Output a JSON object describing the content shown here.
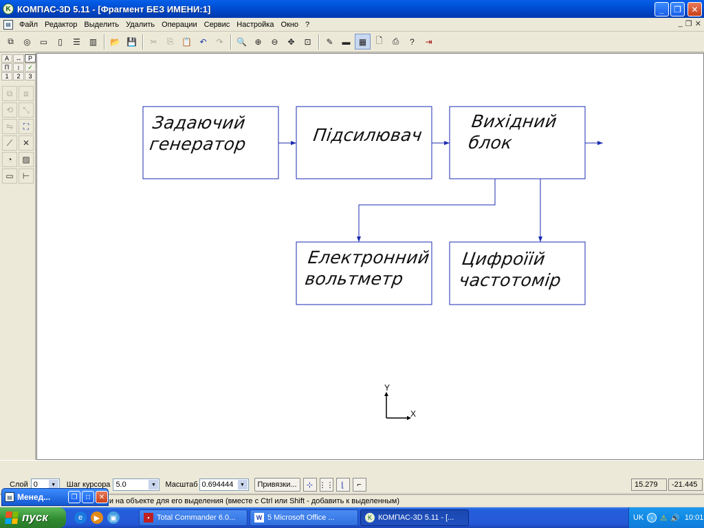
{
  "window": {
    "title": "КОМПАС-3D 5.11 - [Фрагмент БЕЗ ИМЕНИ:1]",
    "app_icon": "kompas-logo-icon"
  },
  "menu": {
    "items": [
      "Файл",
      "Редактор",
      "Выделить",
      "Удалить",
      "Операции",
      "Сервис",
      "Настройка",
      "Окно",
      "?"
    ]
  },
  "toolbar": {
    "groups": [
      [
        "new-assembly-icon",
        "new-part-icon",
        "new-drawing-icon",
        "new-fragment-icon",
        "new-text-icon",
        "new-spec-icon"
      ],
      [
        "open-icon",
        "save-icon"
      ],
      [
        "cut-icon",
        "copy-icon",
        "paste-icon",
        "undo-icon",
        "redo-icon"
      ],
      [
        "zoom-icon",
        "zoom-in-icon",
        "zoom-out-icon",
        "pan-icon",
        "zoom-all-icon"
      ],
      [
        "refresh-icon",
        "layer-icon",
        "view-icon",
        "preview-icon",
        "print-icon",
        "help-icon",
        "exit-icon"
      ]
    ]
  },
  "left_panel": {
    "tabs_row1": [
      "A",
      "↔",
      "P"
    ],
    "tabs_row2": [
      "П",
      "↕",
      "✓"
    ],
    "tabs_row3": [
      "1",
      "2",
      "3"
    ]
  },
  "canvas": {
    "blocks": [
      {
        "id": "master-generator",
        "lines": [
          "Задаючий",
          "генератор"
        ]
      },
      {
        "id": "amplifier",
        "lines": [
          "Підсилювач"
        ]
      },
      {
        "id": "output-block",
        "lines": [
          "Вихідний",
          "блок"
        ]
      },
      {
        "id": "electronic-voltmeter",
        "lines": [
          "Електронний",
          "вольтметр"
        ]
      },
      {
        "id": "digital-frequency-meter",
        "lines": [
          "Цифроїій",
          "частотомір"
        ]
      }
    ],
    "axis": {
      "x": "X",
      "y": "Y"
    }
  },
  "params": {
    "layer_label": "Слой",
    "layer_value": "0",
    "cursor_step_label": "Шаг курсора",
    "cursor_step_value": "5.0",
    "scale_label": "Масштаб",
    "scale_value": "0.694444",
    "snap_button": "Привязки...",
    "coord_x": "15.279",
    "coord_y": "-21.445"
  },
  "status": {
    "text": "ши на объекте для его выделения (вместе с Ctrl или Shift - добавить к выделенным)"
  },
  "mini_window": {
    "title": "Менед..."
  },
  "taskbar": {
    "start": "пуск",
    "tasks": [
      {
        "label": "Total Commander 6.0...",
        "icon": "floppy-icon",
        "active": false
      },
      {
        "label": "5 Microsoft Office ...",
        "icon": "word-icon",
        "active": false
      },
      {
        "label": "КОМПАС-3D 5.11 - [...",
        "icon": "kompas-logo-icon",
        "active": true
      }
    ],
    "lang": "UK",
    "clock": "10:01"
  }
}
